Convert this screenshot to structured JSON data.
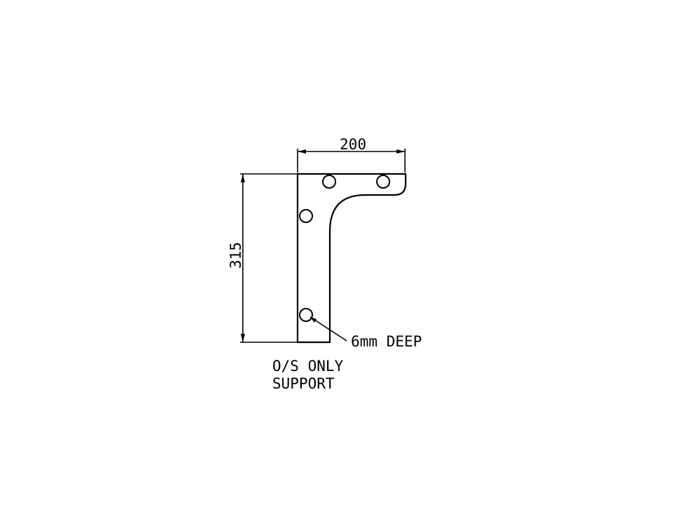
{
  "drawing": {
    "dimensions": {
      "width_label": "200",
      "height_label": "315"
    },
    "annotations": {
      "hole_note": "6mm DEEP",
      "caption_line1": "O/S ONLY",
      "caption_line2": "SUPPORT"
    },
    "holes": [
      {
        "name": "hole-top-left"
      },
      {
        "name": "hole-top-right"
      },
      {
        "name": "hole-upper-side"
      },
      {
        "name": "hole-lower-side"
      }
    ],
    "colors": {
      "line": "#000000",
      "background": "#ffffff"
    }
  }
}
